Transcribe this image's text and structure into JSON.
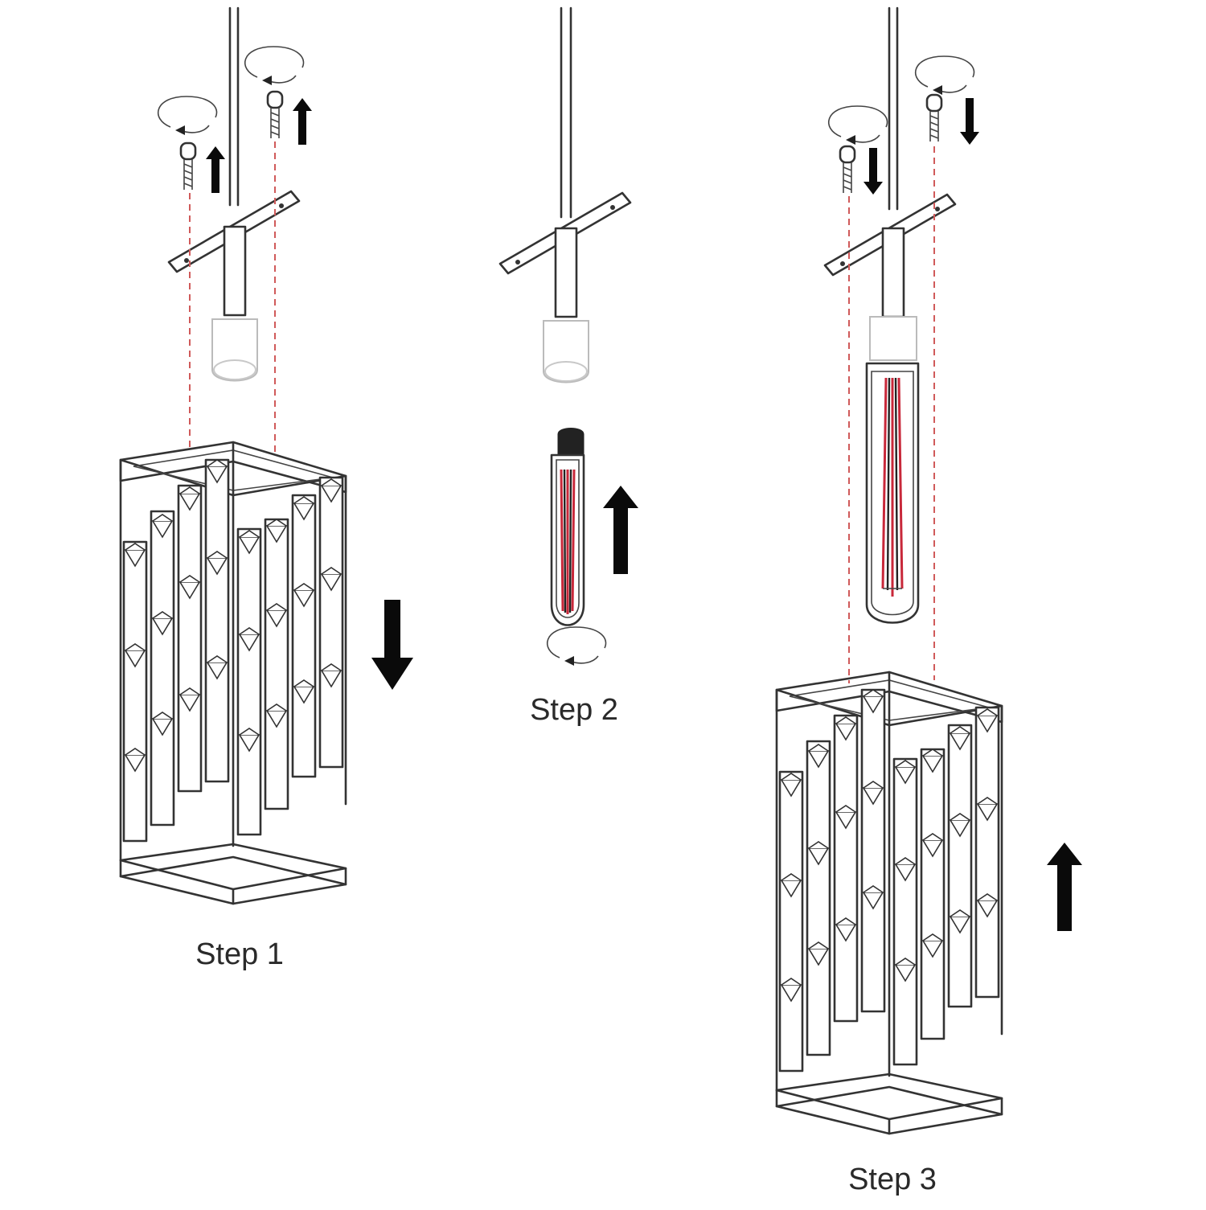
{
  "steps": [
    {
      "label": "Step 1"
    },
    {
      "label": "Step 2"
    },
    {
      "label": "Step 3"
    }
  ],
  "colors": {
    "line": "#333333",
    "guide": "#d05a5a",
    "filament": "#c8283a",
    "arrow": "#0a0a0a"
  },
  "icons": {
    "direction_arrow": "bold-arrow",
    "rotation": "curved-rotation-arrow"
  }
}
